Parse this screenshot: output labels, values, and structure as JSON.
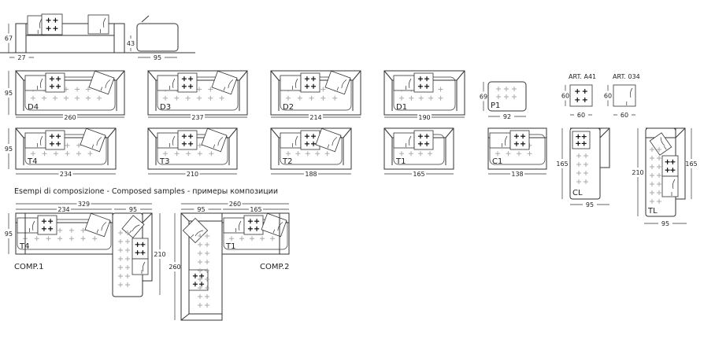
{
  "elevation": {
    "height": "67",
    "arm_width": "27",
    "seat_height": "43",
    "depth": "95"
  },
  "row_depth": "95",
  "modules": {
    "D4": {
      "label": "D4",
      "width": "260"
    },
    "D3": {
      "label": "D3",
      "width": "237"
    },
    "D2": {
      "label": "D2",
      "width": "214"
    },
    "D1": {
      "label": "D1",
      "width": "190"
    },
    "P1": {
      "label": "P1",
      "width": "92",
      "depth": "69"
    },
    "T4": {
      "label": "T4",
      "width": "234"
    },
    "T3": {
      "label": "T3",
      "width": "210"
    },
    "T2": {
      "label": "T2",
      "width": "188"
    },
    "T1": {
      "label": "T1",
      "width": "165"
    },
    "C1": {
      "label": "C1",
      "width": "138"
    },
    "CL": {
      "label": "CL",
      "width": "95",
      "length": "165"
    },
    "TL": {
      "label": "TL",
      "width": "95",
      "length": "210",
      "inner": "165"
    }
  },
  "cushions": {
    "A41": {
      "label": "ART. A41",
      "width": "60",
      "height": "60"
    },
    "034": {
      "label": "ART. 034",
      "width": "60",
      "height": "60"
    }
  },
  "compositions_heading": "Esempi  di composizione - Composed samples - примеры композиции",
  "comp1": {
    "label": "COMP.1",
    "total": "329",
    "sofa": "234",
    "chaise": "95",
    "length": "210",
    "depth": "95"
  },
  "comp2": {
    "label": "COMP.2",
    "total": "260",
    "corner": "95",
    "sofa": "165",
    "length": "260"
  }
}
